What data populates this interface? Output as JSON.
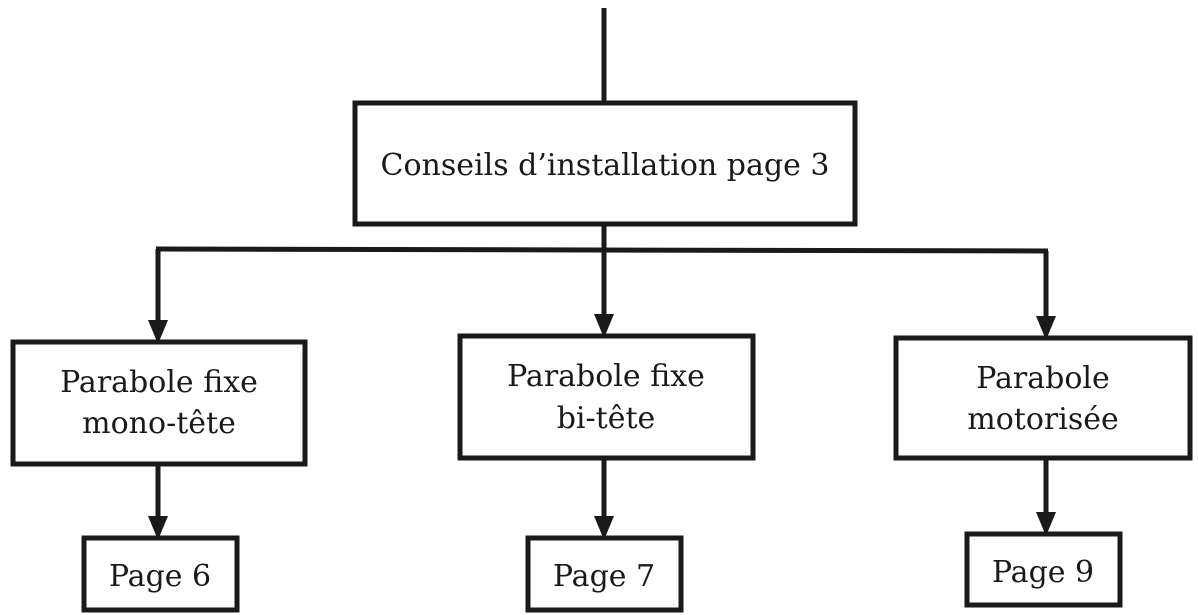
{
  "diagram": {
    "root": {
      "label": "Conseils d’installation page 3"
    },
    "branches": [
      {
        "lines": [
          "Parabole fixe",
          "mono-tête"
        ],
        "page": "Page 6"
      },
      {
        "lines": [
          "Parabole fixe",
          "bi-tête"
        ],
        "page": "Page 7"
      },
      {
        "lines": [
          "Parabole",
          "motorisée"
        ],
        "page": "Page 9"
      }
    ],
    "colors": {
      "stroke": "#1a1a1a",
      "background": "#ffffff"
    }
  }
}
